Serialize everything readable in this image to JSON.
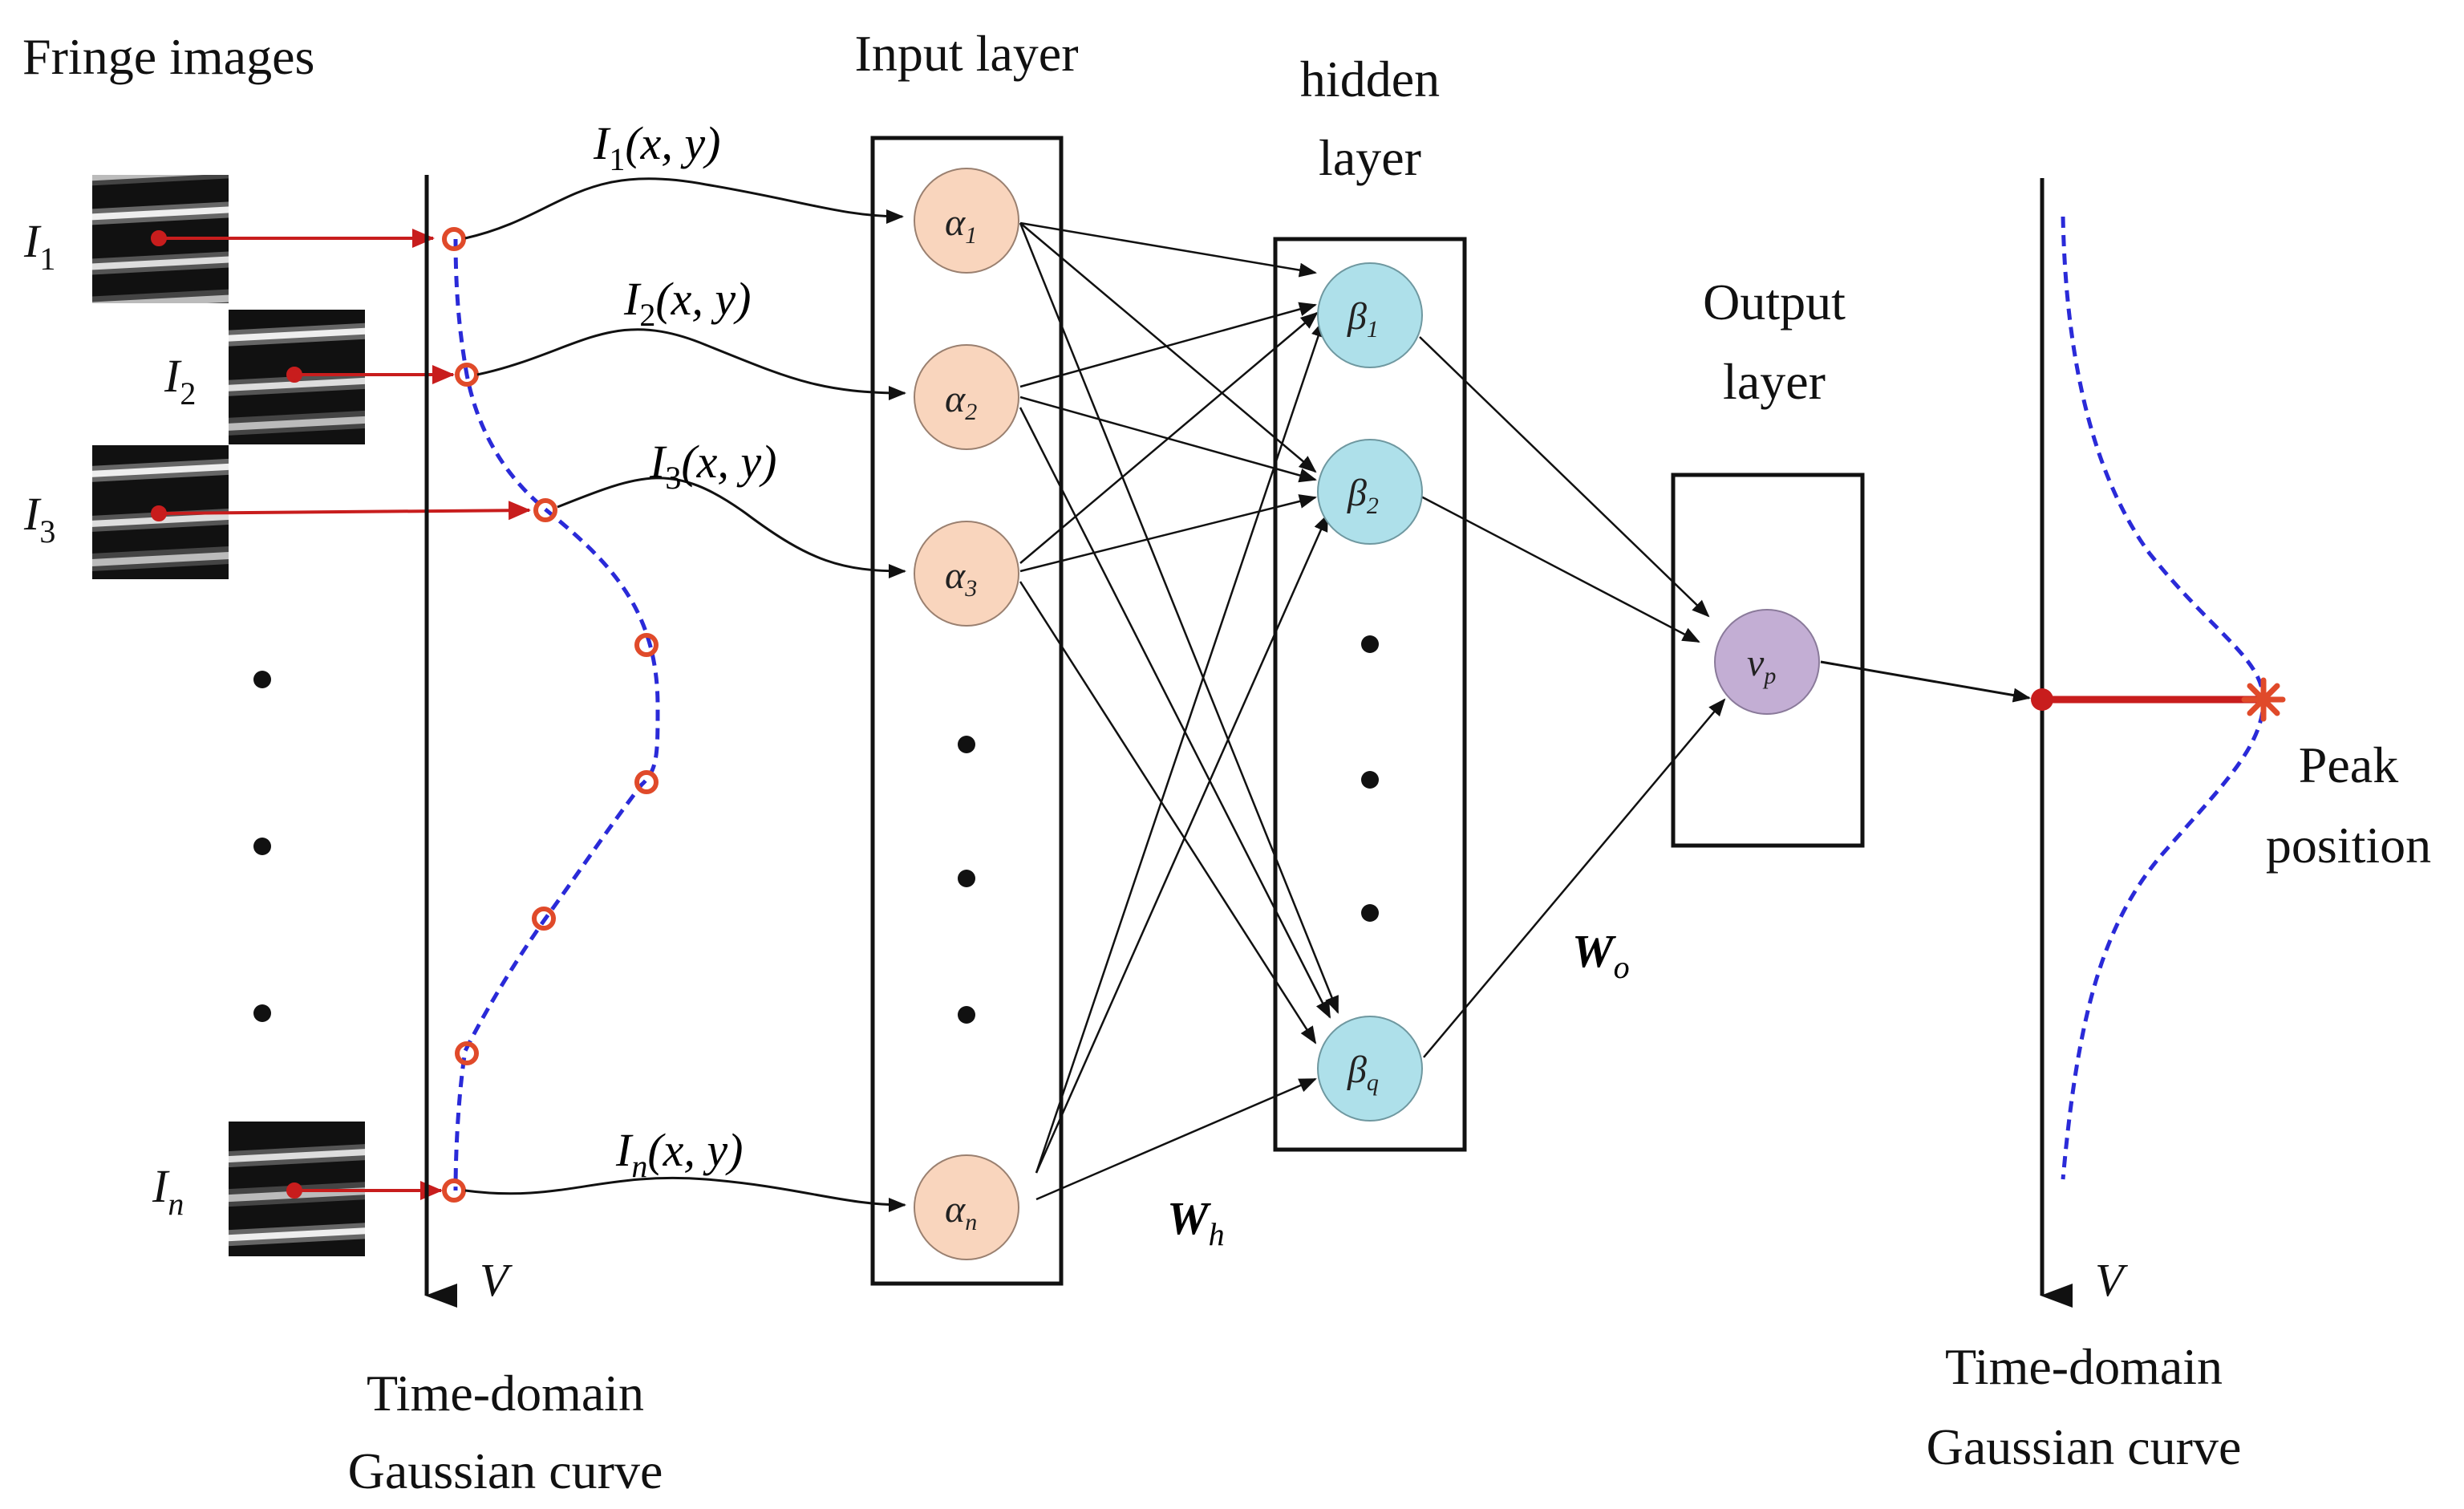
{
  "labels": {
    "fringe_images": "Fringe images",
    "input_layer": "Input layer",
    "hidden_layer_line1": "hidden",
    "hidden_layer_line2": "layer",
    "output_layer_line1": "Output",
    "output_layer_line2": "layer",
    "left_curve_caption_line1": "Time-domain",
    "left_curve_caption_line2": "Gaussian curve",
    "right_curve_caption_line1": "Time-domain",
    "right_curve_caption_line2": "Gaussian curve",
    "peak_line1": "Peak",
    "peak_line2": "position",
    "axis_left": "V",
    "axis_right": "V",
    "weights_hidden": {
      "main": "W",
      "sub": "h"
    },
    "weights_output": {
      "main": "W",
      "sub": "o"
    }
  },
  "images": [
    {
      "main": "I",
      "sub": "1"
    },
    {
      "main": "I",
      "sub": "2"
    },
    {
      "main": "I",
      "sub": "3"
    },
    {
      "main": "I",
      "sub": "n"
    }
  ],
  "signals": [
    {
      "main": "I",
      "sub": "1",
      "args": "(x, y)"
    },
    {
      "main": "I",
      "sub": "2",
      "args": "(x, y)"
    },
    {
      "main": "I",
      "sub": "3",
      "args": "(x, y)"
    },
    {
      "main": "I",
      "sub": "n",
      "args": "(x, y)"
    }
  ],
  "input_nodes": [
    {
      "main": "α",
      "sub": "1"
    },
    {
      "main": "α",
      "sub": "2"
    },
    {
      "main": "α",
      "sub": "3"
    },
    {
      "main": "α",
      "sub": "n"
    }
  ],
  "hidden_nodes": [
    {
      "main": "β",
      "sub": "1"
    },
    {
      "main": "β",
      "sub": "2"
    },
    {
      "main": "β",
      "sub": "q"
    }
  ],
  "output_node": {
    "main": "v",
    "sub": "p"
  },
  "colors": {
    "input_node": "#f9d5bd",
    "hidden_node": "#aee0ea",
    "output_node": "#c3aed4",
    "red_arrow": "#c81d1d",
    "curve": "#2a2ad8",
    "sample_marker": "#e04a2a"
  }
}
